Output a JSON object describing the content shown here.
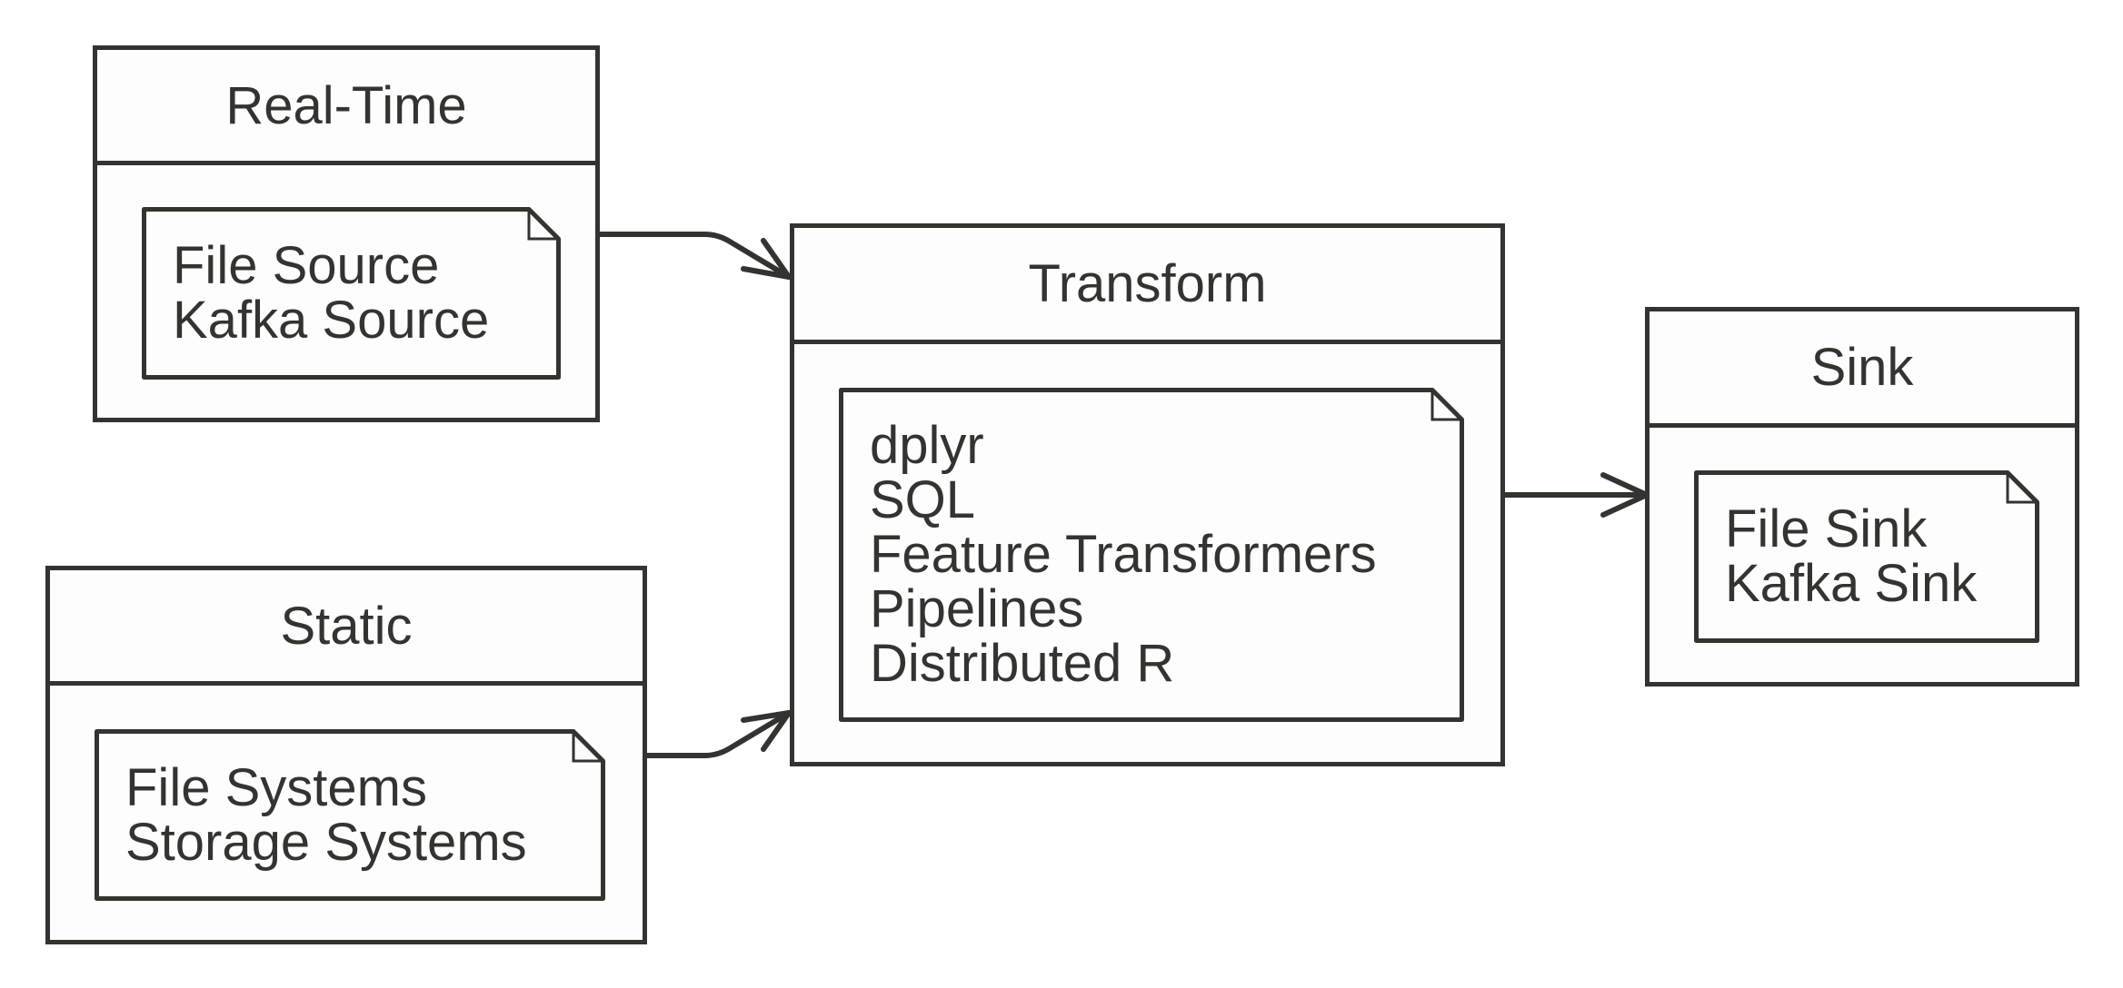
{
  "diagram": {
    "nodes": [
      {
        "id": "realtime",
        "title": "Real-Time",
        "items": [
          "File Source",
          "Kafka Source"
        ]
      },
      {
        "id": "static",
        "title": "Static",
        "items": [
          "File Systems",
          "Storage Systems"
        ]
      },
      {
        "id": "transform",
        "title": "Transform",
        "items": [
          "dplyr",
          "SQL",
          "Feature Transformers",
          "Pipelines",
          "Distributed R"
        ]
      },
      {
        "id": "sink",
        "title": "Sink",
        "items": [
          "File Sink",
          "Kafka Sink"
        ]
      }
    ],
    "edges": [
      {
        "from": "realtime",
        "to": "transform"
      },
      {
        "from": "static",
        "to": "transform"
      },
      {
        "from": "transform",
        "to": "sink"
      }
    ]
  },
  "colors": {
    "stroke": "#333330",
    "fill": "#fdfdfd",
    "background": "#ffffff"
  }
}
